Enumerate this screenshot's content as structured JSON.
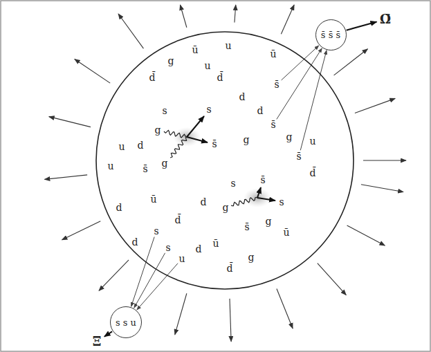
{
  "diagram": {
    "nodes": [
      {
        "text": [
          "u",
          "ū",
          "ū",
          "g",
          "u",
          "d̄",
          "d̄",
          "s̄",
          "d",
          "s",
          "s",
          "d",
          "g",
          "d",
          "s̄",
          "g",
          "s̄",
          "g",
          "g",
          "u",
          "s̄",
          "d̄",
          "u",
          "s̄",
          "ū",
          "d",
          "s",
          "s̄",
          "s",
          "d",
          "g",
          "d̄",
          "s",
          "s̄",
          "g",
          "ū",
          "s",
          "u",
          "d",
          "ū",
          "d̄",
          "g",
          "d",
          "u"
        ]
      },
      {
        "text": [
          "s̄ s̄ s̄"
        ]
      },
      {
        "text": [
          "s s u"
        ]
      }
    ],
    "labels": [
      "Ω̄",
      "Ξ"
    ]
  }
}
